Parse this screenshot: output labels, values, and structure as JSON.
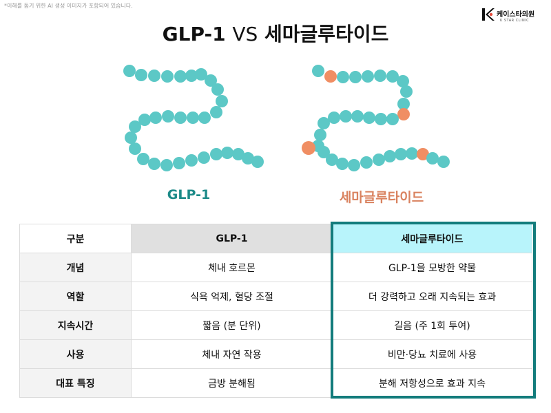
{
  "disclaimer": "*이해를 돕기 위한 AI 생성 이미지가 포함되어 있습니다.",
  "brand": {
    "name": "케이스타의원",
    "sub": "K STAR CLINIC",
    "mark": "K"
  },
  "title": {
    "left": "GLP-1",
    "vs": "VS",
    "right": "세마글루타이드"
  },
  "colors": {
    "teal_bead": "#5cc8c6",
    "orange_bead": "#f08e63",
    "glp_label": "#1c8a88",
    "sema_label": "#d9825f",
    "highlight": "#137c7c",
    "sema_header": "#b8f4fb"
  },
  "chains": {
    "left_label": "GLP-1",
    "right_label": "세마글루타이드"
  },
  "table": {
    "headers": [
      "구분",
      "GLP-1",
      "세마글루타이드"
    ],
    "rows": [
      [
        "개념",
        "체내 호르몬",
        "GLP-1을 모방한 약물"
      ],
      [
        "역할",
        "식욕 억제, 혈당 조절",
        "더 강력하고 오래 지속되는 효과"
      ],
      [
        "지속시간",
        "짧음 (분 단위)",
        "길음 (주 1회 투여)"
      ],
      [
        "사용",
        "체내 자연 작용",
        "비만·당뇨 치료에 사용"
      ],
      [
        "대표 특징",
        "금방 분해됨",
        "분해 저항성으로 효과 지속"
      ]
    ]
  }
}
